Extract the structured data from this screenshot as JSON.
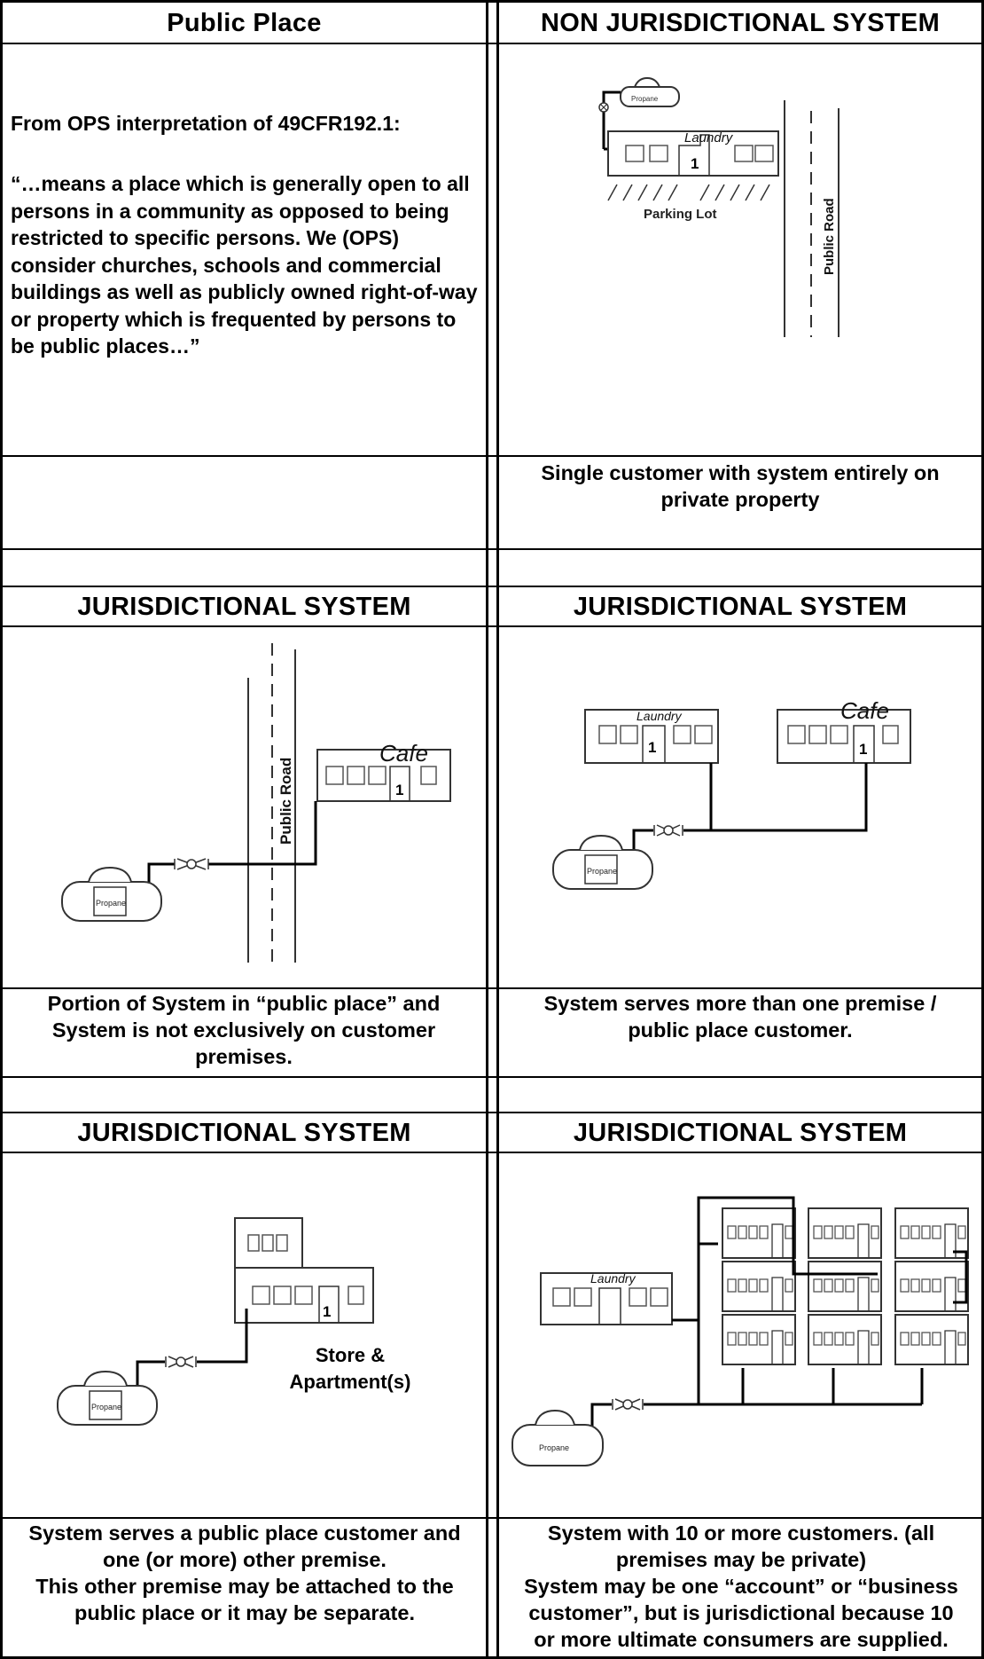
{
  "headers": {
    "public_place": "Public Place",
    "non_jurisdictional": "NON JURISDICTIONAL  SYSTEM",
    "jurisdictional_1": "JURISDICTIONAL  SYSTEM",
    "jurisdictional_2": "JURISDICTIONAL  SYSTEM",
    "jurisdictional_3": "JURISDICTIONAL  SYSTEM",
    "jurisdictional_4": "JURISDICTIONAL  SYSTEM"
  },
  "public_place": {
    "intro": "From OPS interpretation of 49CFR192.1:",
    "quote": "“…means a place which is generally open to all persons in a community as opposed to being restricted to specific persons.  We (OPS) consider churches, schools and commercial buildings as well as publicly owned right-of-way or property which is frequented by persons to be public places…”"
  },
  "captions": {
    "non_jurisdictional": "Single customer with system entirely on private property",
    "jurisdictional_1": "Portion of System in “public place” and System is not exclusively on customer premises.",
    "jurisdictional_2": "System serves more than one premise / public place customer.",
    "jurisdictional_3_lines": [
      "System serves a public place customer and",
      "one (or more) other premise.",
      "This other premise may be attached to the",
      "public place or it may be separate."
    ],
    "jurisdictional_4_lines": [
      "System with 10 or more customers. (all",
      "premises may be private)",
      "System may be one “account” or “business",
      "customer”, but is jurisdictional because 10",
      "or more ultimate consumers are supplied."
    ]
  },
  "diagram_labels": {
    "propane": "Propane",
    "laundry": "Laundry",
    "cafe": "Cafe",
    "public_road": "Public Road",
    "parking_lot": "Parking Lot",
    "meter_number": "1",
    "store_apartments_line1": "Store &",
    "store_apartments_line2": "Apartment(s)"
  }
}
